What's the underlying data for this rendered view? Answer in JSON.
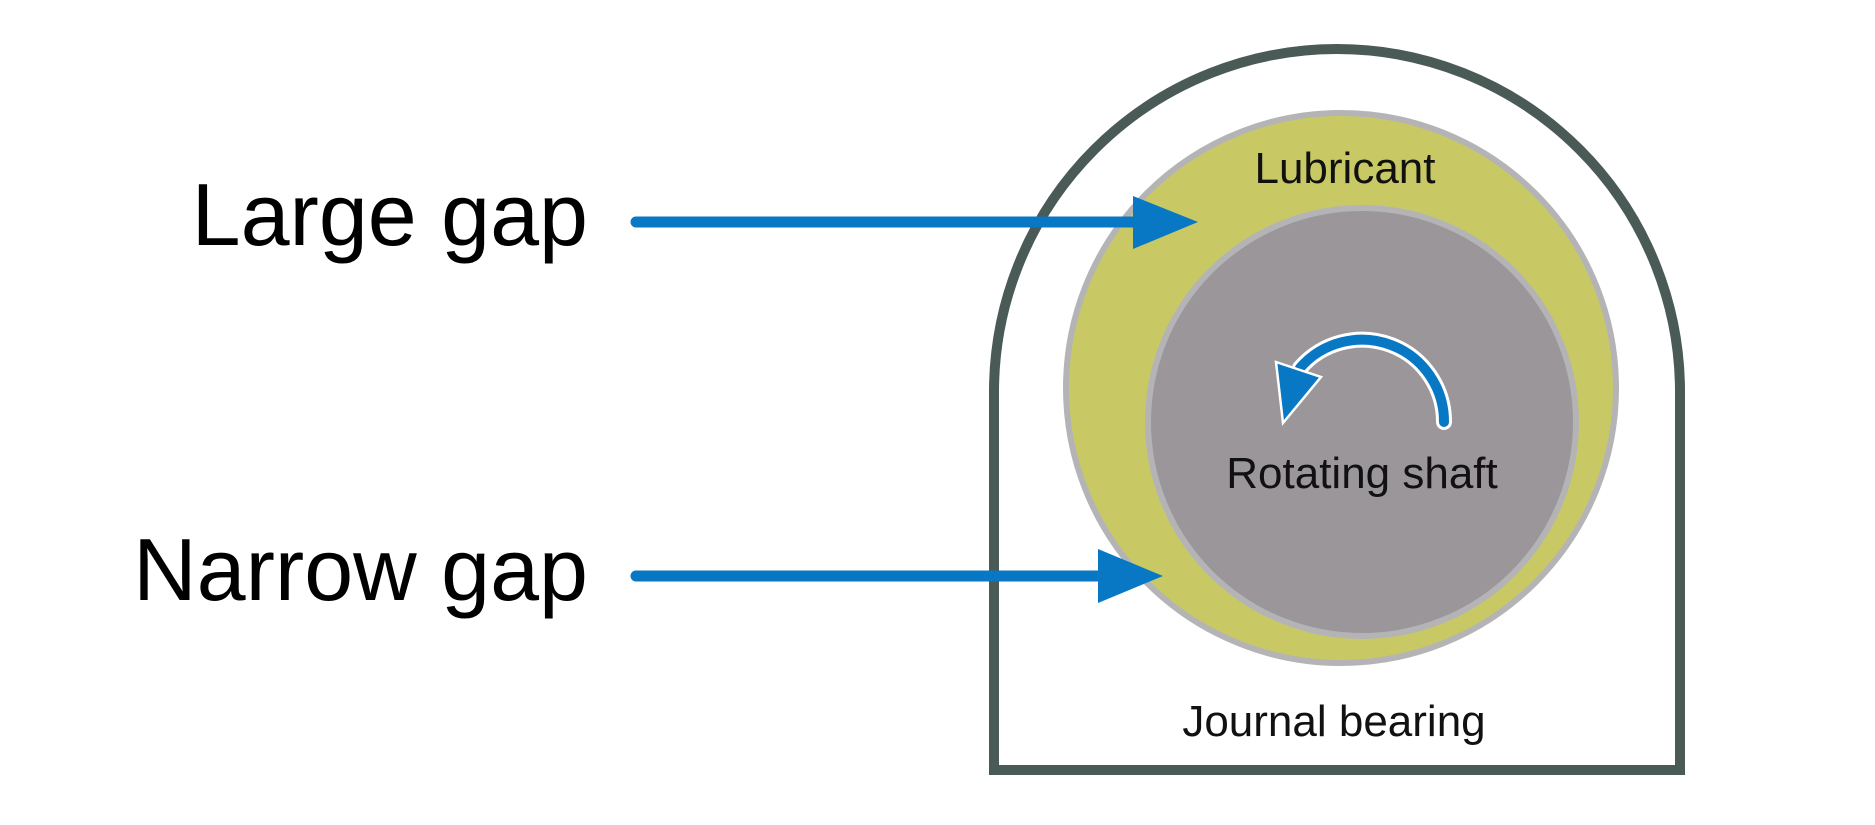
{
  "labels": {
    "large_gap": "Large gap",
    "narrow_gap": "Narrow gap",
    "lubricant": "Lubricant",
    "rotating_shaft": "Rotating shaft",
    "journal_bearing": "Journal bearing"
  },
  "colors": {
    "housing_stroke": "#4a5a56",
    "lubricant_fill": "#c8c965",
    "ring_stroke": "#b4b4b6",
    "shaft_fill": "#9a9699",
    "arrow_blue": "#0877c4",
    "text": "#000000"
  },
  "icons": {
    "rotation": "counterclockwise-arrow-icon",
    "pointer": "arrow-right-icon"
  }
}
